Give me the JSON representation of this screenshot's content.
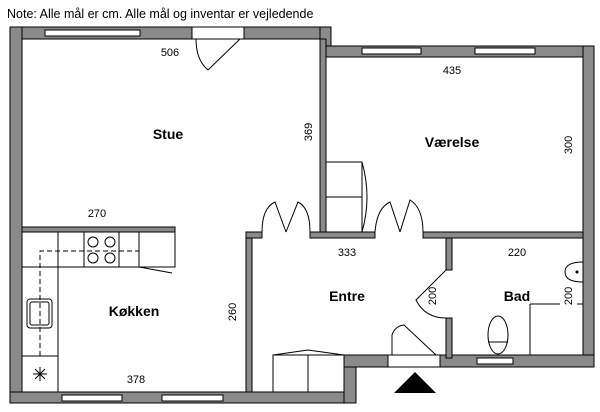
{
  "note": "Note: Alle mål er cm. Alle mål og inventar er vejledende",
  "rooms": {
    "stue": {
      "label": "Stue",
      "width": "506",
      "depth": "369"
    },
    "vaerelse": {
      "label": "Værelse",
      "width": "435",
      "depth": "300"
    },
    "kokken": {
      "label": "Køkken",
      "width": "378",
      "depth": "260",
      "top": "270"
    },
    "entre": {
      "label": "Entre",
      "width": "333",
      "depth": "200"
    },
    "bad": {
      "label": "Bad",
      "width": "220",
      "depth": "200"
    }
  },
  "colors": {
    "wall": "#8a8a8a",
    "line": "#000000"
  }
}
